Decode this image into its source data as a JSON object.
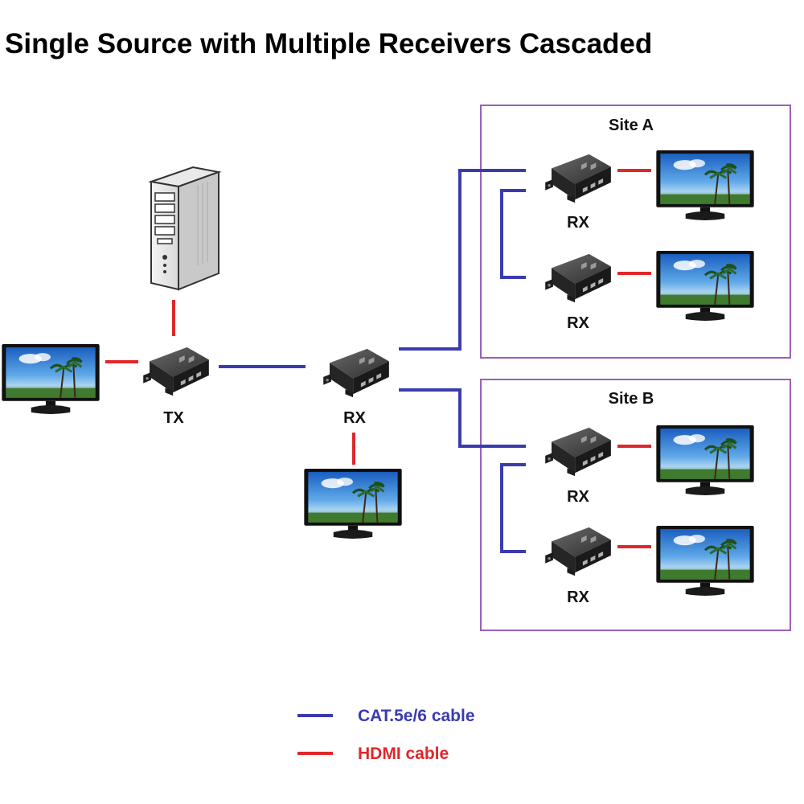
{
  "title": "Single Source with Multiple Receivers Cascaded",
  "colors": {
    "cat_cable": "#3b3bb0",
    "hdmi_cable": "#e0272b",
    "site_border": "#9b5fb8"
  },
  "devices": {
    "tx_label": "TX",
    "rx_main_label": "RX",
    "rx_a1_label": "RX",
    "rx_a2_label": "RX",
    "rx_b1_label": "RX",
    "rx_b2_label": "RX"
  },
  "sites": {
    "a_title": "Site A",
    "b_title": "Site B"
  },
  "legend": {
    "cat": "CAT.5e/6 cable",
    "hdmi": "HDMI cable"
  }
}
